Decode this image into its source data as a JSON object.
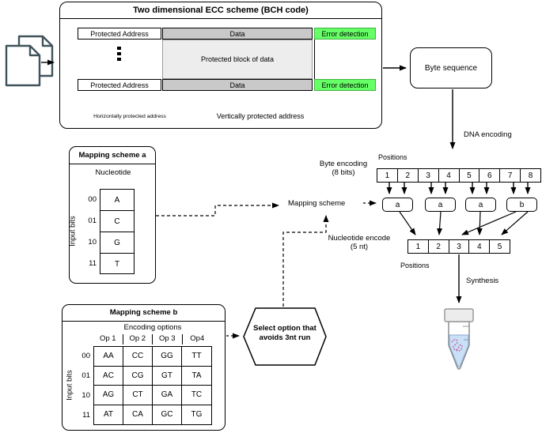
{
  "diagram": {
    "ecc_panel": {
      "title": "Two dimensional ECC scheme (BCH code)",
      "row": {
        "address": "Protected Address",
        "data": "Data",
        "error": "Error detection"
      },
      "block_label": "Protected block of data",
      "h_arrow_label": "Horizontally protected address",
      "v_arrow_label": "Vertically protected address"
    },
    "byte_sequence_label": "Byte sequence",
    "dna_encoding_label": "DNA encoding",
    "byte_encoding": {
      "label_line1": "Byte encoding",
      "label_line2": "(8 bits)",
      "positions_label": "Positions",
      "positions": [
        "1",
        "2",
        "3",
        "4",
        "5",
        "6",
        "7",
        "8"
      ]
    },
    "mapping_scheme_label": "Mapping scheme",
    "scheme_boxes": [
      "a",
      "a",
      "a",
      "b"
    ],
    "nucleotide_encode": {
      "label_line1": "Nucleotide encode",
      "label_line2": "(5 nt)",
      "positions_label": "Positions",
      "positions": [
        "1",
        "2",
        "3",
        "4",
        "5"
      ]
    },
    "synthesis_label": "Synthesis",
    "hexagon": {
      "line1": "Select option that",
      "line2": "avoids 3nt run"
    },
    "scheme_a": {
      "title": "Mapping scheme a",
      "col_header": "Nucleotide",
      "row_label": "Input bits",
      "bits": [
        "00",
        "01",
        "10",
        "11"
      ],
      "values": [
        "A",
        "C",
        "G",
        "T"
      ]
    },
    "scheme_b": {
      "title": "Mapping scheme b",
      "header": "Encoding options",
      "row_label": "Input bits",
      "col_headers": [
        "Op 1",
        "Op 2",
        "Op 3",
        "Op4"
      ],
      "bits": [
        "00",
        "01",
        "10",
        "11"
      ],
      "rows": [
        [
          "AA",
          "CC",
          "GG",
          "TT"
        ],
        [
          "AC",
          "CG",
          "GT",
          "TA"
        ],
        [
          "AG",
          "CT",
          "GA",
          "TC"
        ],
        [
          "AT",
          "CA",
          "GC",
          "TG"
        ]
      ]
    },
    "icons": {
      "documents_icon": "stacked-documents",
      "synthesis_tube_icon": "microcentrifuge-tube"
    },
    "colors": {
      "error_green": "#66ff66",
      "data_gray": "#c9c9c9",
      "block_light_gray": "#ededed",
      "tube_liquid_blue": "#c9e0f7",
      "dna_strand_pink": "#bf5fa0"
    }
  }
}
